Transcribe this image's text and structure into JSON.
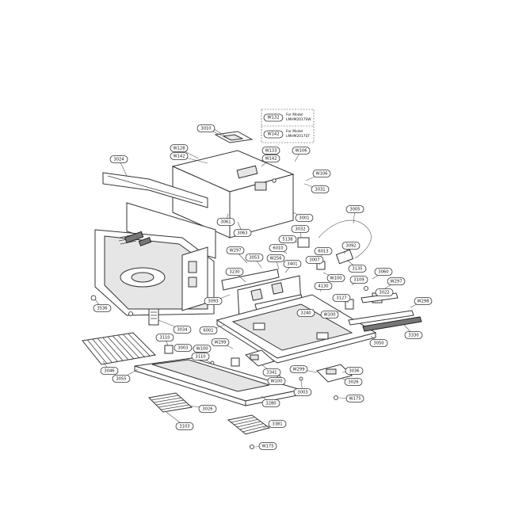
{
  "note": {
    "rows": [
      {
        "ref": "W132",
        "lines": [
          "For Model",
          "LMHM2017SW"
        ]
      },
      {
        "ref": "W142",
        "lines": [
          "For Model",
          "LMHM2017ST"
        ]
      }
    ]
  },
  "callouts": [
    {
      "id": "3010",
      "label": "3010"
    },
    {
      "id": "W128",
      "label": "W128"
    },
    {
      "id": "W142a",
      "label": "W142"
    },
    {
      "id": "W133",
      "label": "W133"
    },
    {
      "id": "W142b",
      "label": "W142"
    },
    {
      "id": "W106a",
      "label": "W106"
    },
    {
      "id": "W106b",
      "label": "W106"
    },
    {
      "id": "3031",
      "label": "3031"
    },
    {
      "id": "3024",
      "label": "3024"
    },
    {
      "id": "3061",
      "label": "3061"
    },
    {
      "id": "3063",
      "label": "3063"
    },
    {
      "id": "3001",
      "label": "3001"
    },
    {
      "id": "3005",
      "label": "3005"
    },
    {
      "id": "3032",
      "label": "3032"
    },
    {
      "id": "5138",
      "label": "5138"
    },
    {
      "id": "6010",
      "label": "6010"
    },
    {
      "id": "6013",
      "label": "6013"
    },
    {
      "id": "3092",
      "label": "3092"
    },
    {
      "id": "W297a",
      "label": "W297"
    },
    {
      "id": "3053",
      "label": "3053"
    },
    {
      "id": "W256",
      "label": "W256"
    },
    {
      "id": "3401",
      "label": "3401"
    },
    {
      "id": "3007",
      "label": "3007"
    },
    {
      "id": "3135",
      "label": "3135"
    },
    {
      "id": "3060",
      "label": "3060"
    },
    {
      "id": "3230",
      "label": "3230"
    },
    {
      "id": "W100a",
      "label": "W100"
    },
    {
      "id": "3109",
      "label": "3109"
    },
    {
      "id": "W297b",
      "label": "W297"
    },
    {
      "id": "4130",
      "label": "4130"
    },
    {
      "id": "3022",
      "label": "3022"
    },
    {
      "id": "3093",
      "label": "3093"
    },
    {
      "id": "3127",
      "label": "3127"
    },
    {
      "id": "W298",
      "label": "W298"
    },
    {
      "id": "3240",
      "label": "3240"
    },
    {
      "id": "W100b",
      "label": "W100"
    },
    {
      "id": "3536",
      "label": "3536"
    },
    {
      "id": "3034",
      "label": "3034"
    },
    {
      "id": "6001",
      "label": "6001"
    },
    {
      "id": "3050",
      "label": "3050"
    },
    {
      "id": "3330",
      "label": "3330"
    },
    {
      "id": "3110a",
      "label": "3110"
    },
    {
      "id": "W299a",
      "label": "W299"
    },
    {
      "id": "3003a",
      "label": "3003"
    },
    {
      "id": "W100c",
      "label": "W100"
    },
    {
      "id": "3110b",
      "label": "3110"
    },
    {
      "id": "3341",
      "label": "3341"
    },
    {
      "id": "W299b",
      "label": "W299"
    },
    {
      "id": "3036",
      "label": "3036"
    },
    {
      "id": "3046",
      "label": "3046"
    },
    {
      "id": "3055",
      "label": "3055"
    },
    {
      "id": "3026",
      "label": "3026"
    },
    {
      "id": "W100d",
      "label": "W100"
    },
    {
      "id": "3003b",
      "label": "3003"
    },
    {
      "id": "3280",
      "label": "3280"
    },
    {
      "id": "W175a",
      "label": "W175"
    },
    {
      "id": "3026b",
      "label": "3026"
    },
    {
      "id": "3103",
      "label": "3103"
    },
    {
      "id": "3381",
      "label": "3381"
    },
    {
      "id": "W175b",
      "label": "W175"
    }
  ]
}
